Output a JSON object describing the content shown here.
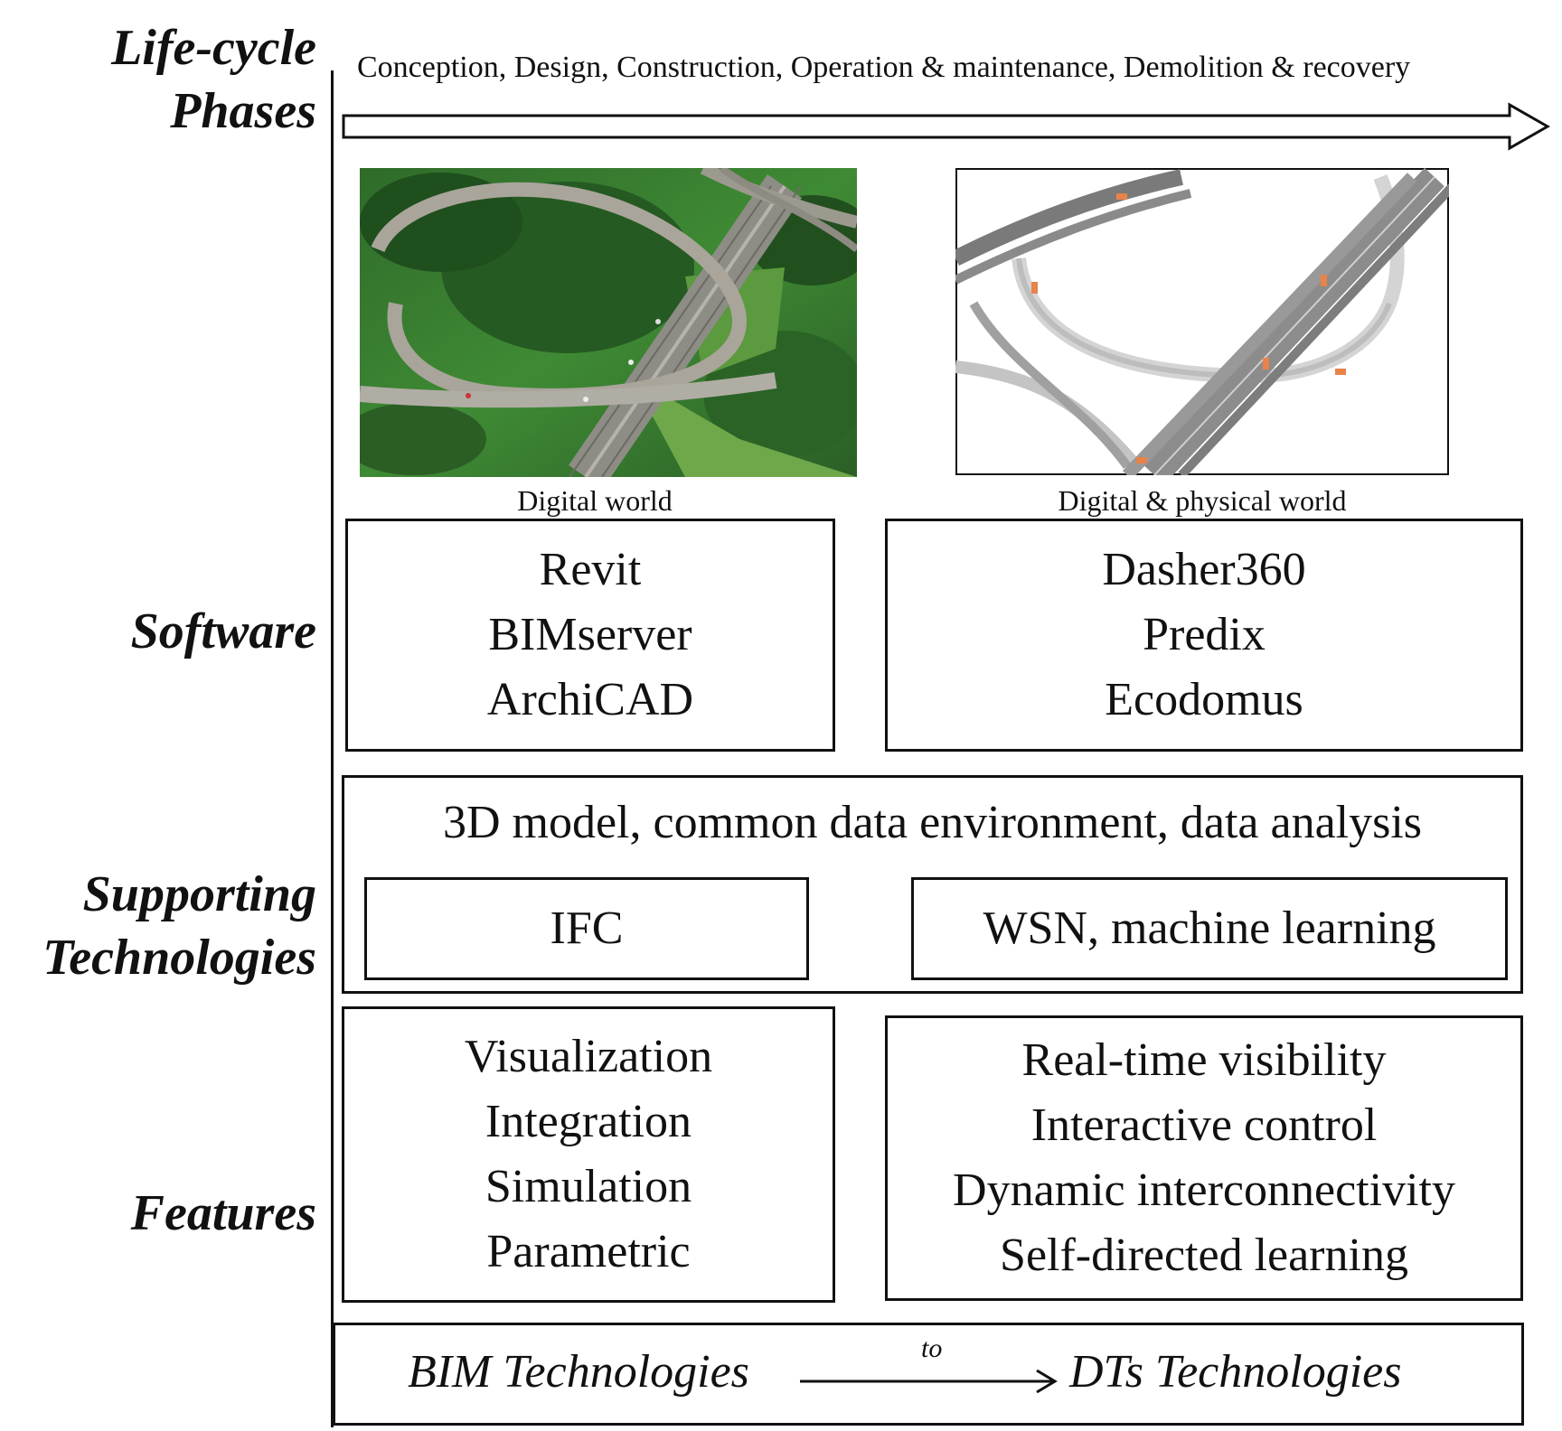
{
  "labels": {
    "lifecycle_line1": "Life-cycle",
    "lifecycle_line2": "Phases",
    "software": "Software",
    "supporting_line1": "Supporting",
    "supporting_line2": "Technologies",
    "features": "Features"
  },
  "phases_text": "Conception, Design, Construction, Operation & maintenance, Demolition & recovery",
  "images": {
    "left_caption": "Digital world",
    "right_caption": "Digital & physical world"
  },
  "software": {
    "bim": [
      "Revit",
      "BIMserver",
      "ArchiCAD"
    ],
    "dt": [
      "Dasher360",
      "Predix",
      "Ecodomus"
    ]
  },
  "supporting": {
    "common": "3D model, common data environment, data analysis",
    "bim": "IFC",
    "dt": "WSN, machine learning"
  },
  "features": {
    "bim": [
      "Visualization",
      "Integration",
      "Simulation",
      "Parametric"
    ],
    "dt": [
      "Real-time visibility",
      "Interactive control",
      "Dynamic interconnectivity",
      "Self-directed learning"
    ]
  },
  "transition": {
    "from": "BIM Technologies",
    "connector": "to",
    "to": "DTs Technologies"
  }
}
